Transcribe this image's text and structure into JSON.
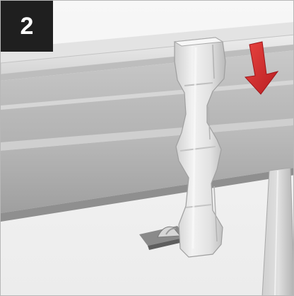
{
  "step_badge": {
    "label": "2"
  },
  "illustration": {
    "subject": "gutter-bracket-install",
    "arrow_direction": "down",
    "colors": {
      "arrow": "#d8262a",
      "badge_background": "#1f1f1f",
      "badge_text": "#ffffff",
      "gutter": "#c9c9c9",
      "bracket": "#e7e7e7",
      "background": "#f3f3f3"
    }
  }
}
